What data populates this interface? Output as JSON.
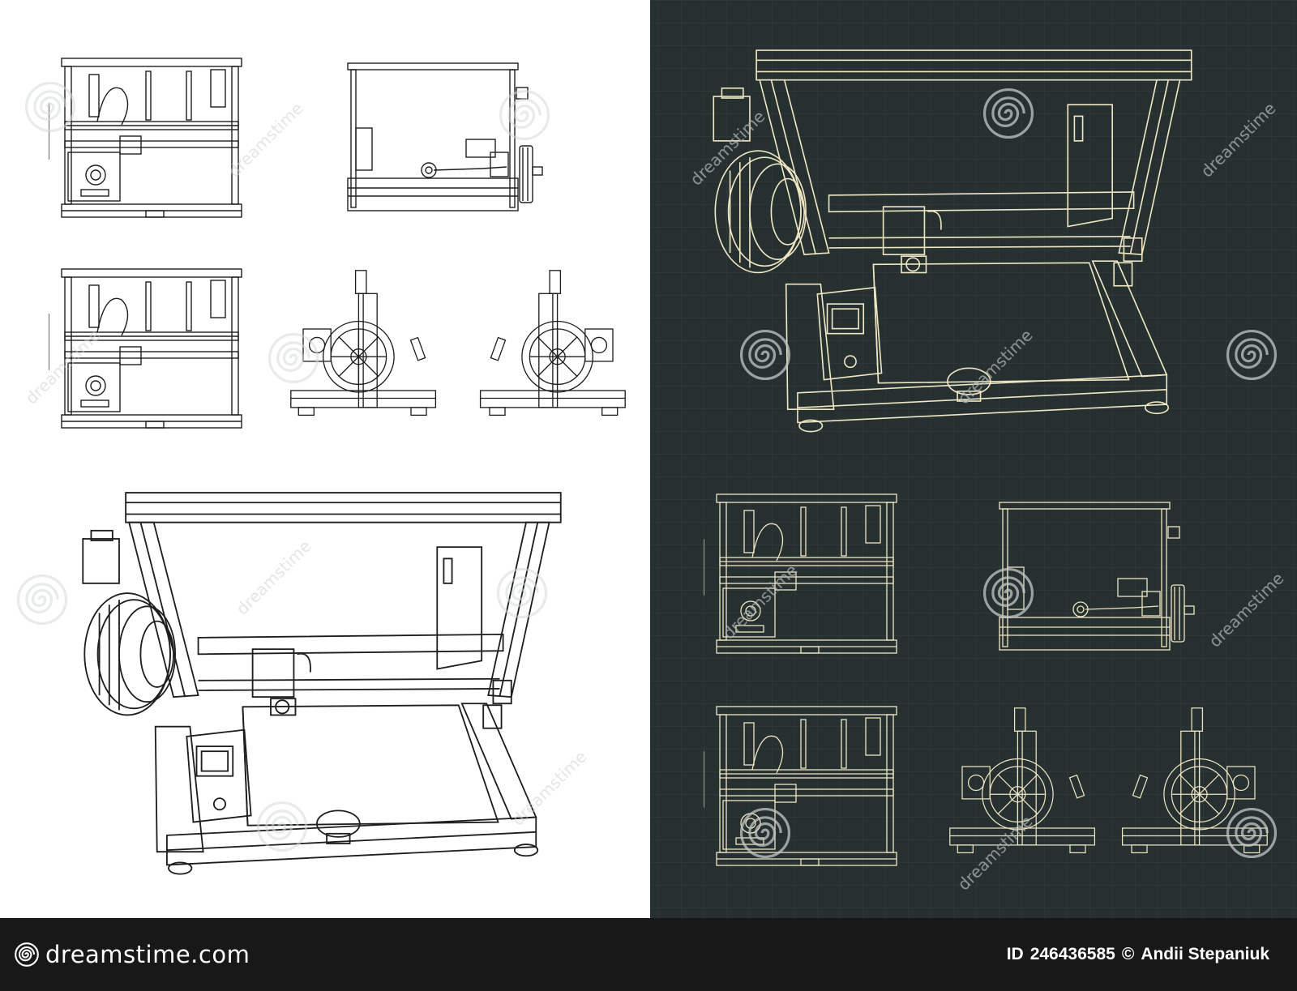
{
  "watermark": {
    "text": "dreamstime",
    "icon": "spiral-icon"
  },
  "footer": {
    "logo_icon": "spiral-icon",
    "logo_text": "dreamstime.com",
    "id_label": "ID",
    "id_value": "246436585",
    "copyright_symbol": "©",
    "author": "Andii Stepaniuk"
  },
  "colors": {
    "light_panel_bg": "#ffffff",
    "light_line": "#1e1e1e",
    "dark_panel_bg": "#263030",
    "dark_line": "#efe6c4",
    "footer_bg": "#181818",
    "watermark": "#cfd4d4"
  }
}
